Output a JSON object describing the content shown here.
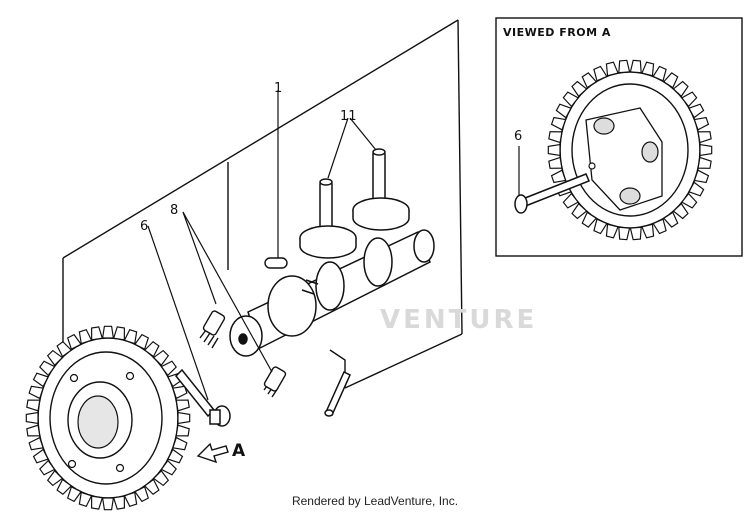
{
  "inset": {
    "title": "VIEWED FROM A"
  },
  "callouts": {
    "c1": "1",
    "c11": "11",
    "c8": "8",
    "c6": "6",
    "c6_inset": "6"
  },
  "view_arrow_label": "A",
  "watermark": "VENTURE",
  "footer": {
    "credit": "Rendered by LeadVenture, Inc."
  }
}
